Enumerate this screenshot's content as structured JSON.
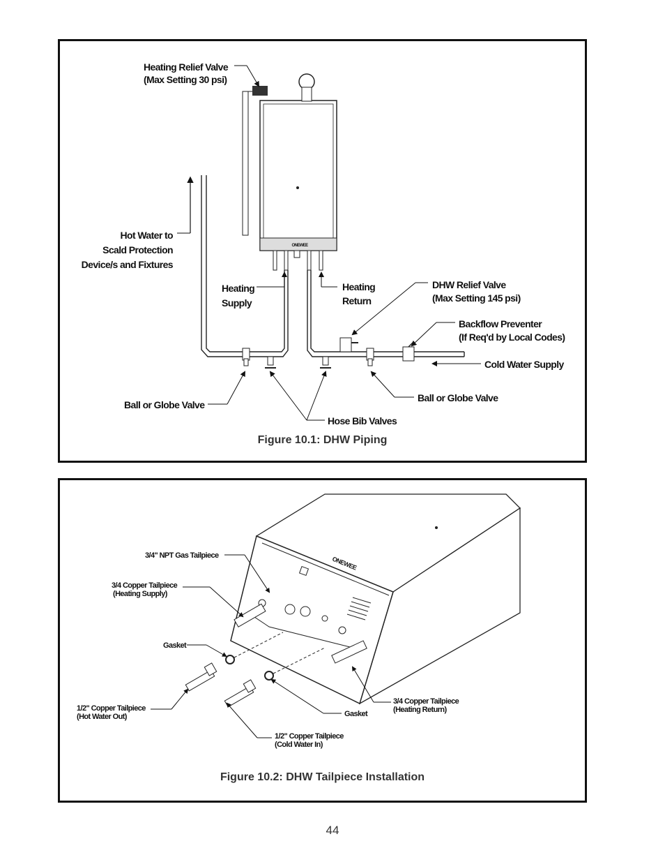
{
  "figure1": {
    "caption": "Figure 10.1: DHW Piping",
    "brand_mark": "ONEWEE",
    "labels": {
      "heating_relief_valve": "Heating Relief Valve",
      "heating_relief_setting": "(Max Setting 30 psi)",
      "hot_water_line1": "Hot Water to",
      "hot_water_line2": "Scald Protection",
      "hot_water_line3": "Device/s and Fixtures",
      "heating_supply_line1": "Heating",
      "heating_supply_line2": "Supply",
      "heating_return_line1": "Heating",
      "heating_return_line2": "Return",
      "dhw_relief_valve": "DHW Relief Valve",
      "dhw_relief_setting": "(Max Setting 145 psi)",
      "backflow_preventer": "Backflow Preventer",
      "backflow_note": "(If Req'd by Local Codes)",
      "cold_water_supply": "Cold Water Supply",
      "ball_globe_left": "Ball or Globe Valve",
      "ball_globe_right": "Ball or Globe Valve",
      "hose_bib_valves": "Hose Bib Valves"
    }
  },
  "figure2": {
    "caption": "Figure 10.2: DHW Tailpiece Installation",
    "brand_mark": "ONEWEE",
    "labels": {
      "gas_tailpiece": "3/4\" NPT Gas Tailpiece",
      "copper_supply_line1": "3/4 Copper Tailpiece",
      "copper_supply_line2": "(Heating Supply)",
      "gasket_left": "Gasket",
      "half_hot_line1": "1/2\" Copper Tailpiece",
      "half_hot_line2": "(Hot Water Out)",
      "gasket_right": "Gasket",
      "copper_return_line1": "3/4 Copper Tailpiece",
      "copper_return_line2": "(Heating Return)",
      "half_cold_line1": "1/2\" Copper Tailpiece",
      "half_cold_line2": "(Cold Water In)"
    }
  },
  "page_number": "44"
}
